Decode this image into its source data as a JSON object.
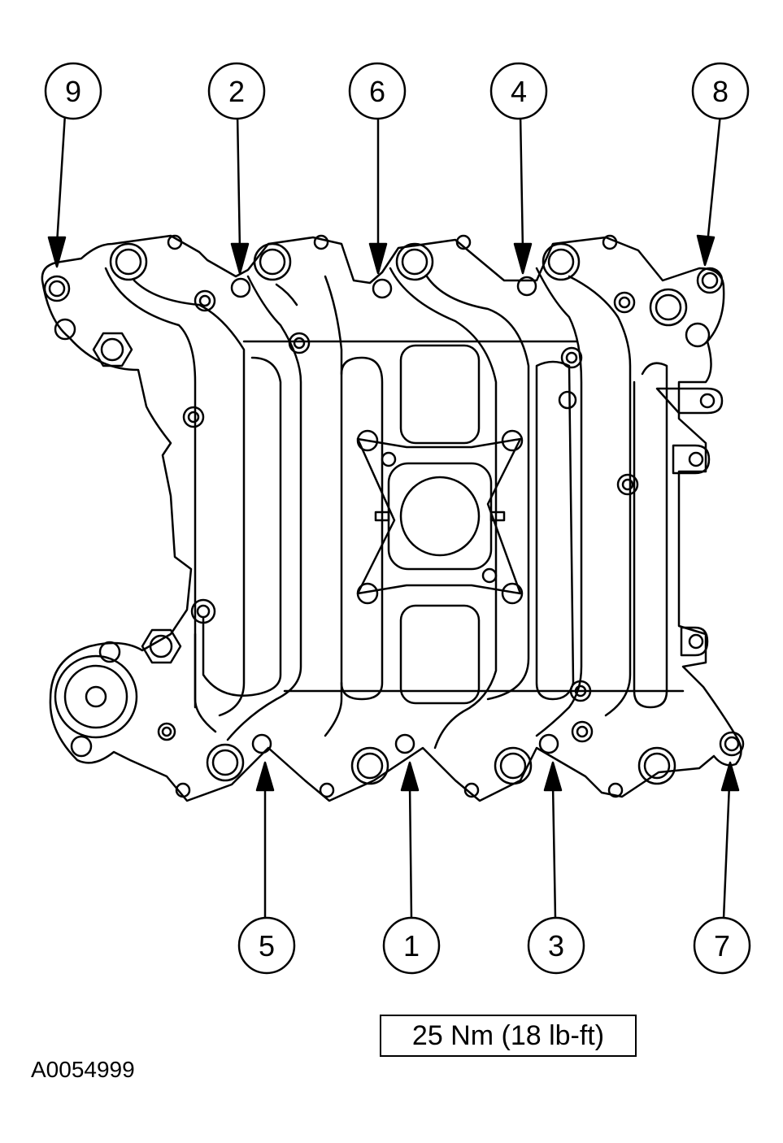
{
  "diagram": {
    "callouts_top": [
      "9",
      "2",
      "6",
      "4",
      "8"
    ],
    "callouts_bottom": [
      "5",
      "1",
      "3",
      "7"
    ],
    "torque_spec": "25 Nm (18 lb-ft)",
    "figure_id": "A0054999"
  }
}
